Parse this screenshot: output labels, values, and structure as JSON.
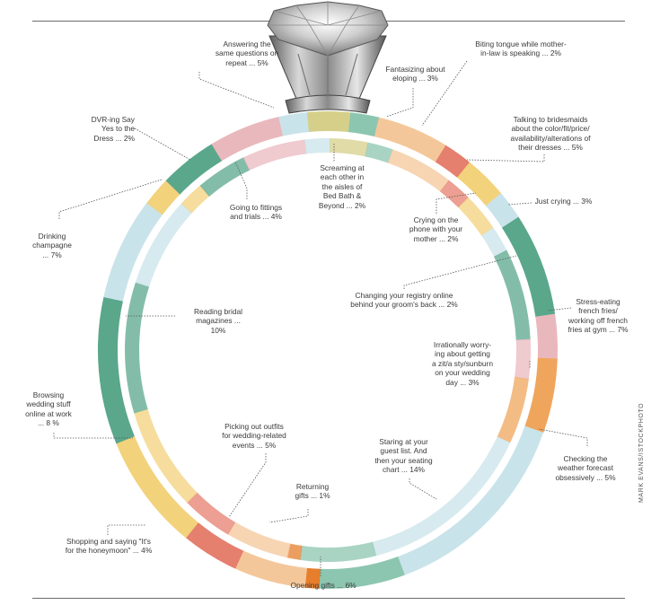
{
  "credit": "MARK EVANS/ISTOCKPHOTO",
  "colors": {
    "pink": "#e9b8bd",
    "rose": "#d78f9b",
    "green": "#5aa78c",
    "teal": "#8cc6b0",
    "lightblue": "#c9e3ea",
    "orange": "#f0a55c",
    "darkorange": "#e67e2c",
    "peach": "#f4c79a",
    "salmon": "#e57f6e",
    "yellow": "#f3d27c",
    "olive": "#d5cf8a"
  },
  "labels": [
    {
      "id": "answering",
      "lines": [
        "Answering the",
        "same questions on",
        "repeat ... 5%"
      ]
    },
    {
      "id": "biting",
      "lines": [
        "Biting tongue while mother-",
        "in-law is speaking ... 2%"
      ]
    },
    {
      "id": "fantasizing",
      "lines": [
        "Fantasizing about",
        "eloping ... 3%"
      ]
    },
    {
      "id": "dvr",
      "lines": [
        "DVR-ing Say",
        "Yes to the",
        "Dress ... 2%"
      ]
    },
    {
      "id": "talking",
      "lines": [
        "Talking to bridesmaids",
        "about the color/fit/price/",
        "availability/alterations of",
        "their dresses ... 5%"
      ]
    },
    {
      "id": "screaming",
      "lines": [
        "Screaming at",
        "each other in",
        "the aisles of",
        "Bed Bath &",
        "Beyond ... 2%"
      ]
    },
    {
      "id": "fittings",
      "lines": [
        "Going to fittings",
        "and trials ... 4%"
      ]
    },
    {
      "id": "crying_phone",
      "lines": [
        "Crying on the",
        "phone with your",
        "mother ... 2%"
      ]
    },
    {
      "id": "just_crying",
      "lines": [
        "Just crying ... 3%"
      ]
    },
    {
      "id": "champagne",
      "lines": [
        "Drinking",
        "champagne",
        "... 7%"
      ]
    },
    {
      "id": "registry",
      "lines": [
        "Changing your registry online",
        "behind your groom's back ... 2%"
      ]
    },
    {
      "id": "stress_eating",
      "lines": [
        "Stress-eating",
        "french fries/",
        "working off french",
        "fries at gym ... 7%"
      ]
    },
    {
      "id": "magazines",
      "lines": [
        "Reading bridal",
        "magazines ...",
        "10%"
      ]
    },
    {
      "id": "zit",
      "lines": [
        "Irrationally worry-",
        "ing about getting",
        "a zit/a sty/sunburn",
        "on your wedding",
        "day ... 3%"
      ]
    },
    {
      "id": "browsing",
      "lines": [
        "Browsing",
        "wedding stuff",
        "online at work",
        "... 8 %"
      ]
    },
    {
      "id": "outfits",
      "lines": [
        "Picking out outfits",
        "for wedding-related",
        "events ... 5%"
      ]
    },
    {
      "id": "guest_list",
      "lines": [
        "Staring at your",
        "guest list. And",
        "then your seating",
        "chart ... 14%"
      ]
    },
    {
      "id": "weather",
      "lines": [
        "Checking the",
        "weather forecast",
        "obsessively ... 5%"
      ]
    },
    {
      "id": "returning",
      "lines": [
        "Returning",
        "gifts ... 1%"
      ]
    },
    {
      "id": "shopping",
      "lines": [
        "Shopping and saying \"It's",
        "for the honeymoon\" ... 4%"
      ]
    },
    {
      "id": "opening",
      "lines": [
        "Opening gifts ... 6%"
      ]
    }
  ],
  "ring": {
    "outer_bands": [
      {
        "color": "lightblue",
        "pct": 14
      },
      {
        "color": "teal",
        "pct": 6
      },
      {
        "color": "darkorange",
        "pct": 1
      },
      {
        "color": "peach",
        "pct": 5
      },
      {
        "color": "salmon",
        "pct": 4
      },
      {
        "color": "yellow",
        "pct": 8
      },
      {
        "color": "green",
        "pct": 10
      },
      {
        "color": "lightblue",
        "pct": 7
      },
      {
        "color": "yellow",
        "pct": 2
      },
      {
        "color": "green",
        "pct": 4
      },
      {
        "color": "pink",
        "pct": 5
      },
      {
        "color": "lightblue",
        "pct": 2
      },
      {
        "color": "olive",
        "pct": 3
      },
      {
        "color": "teal",
        "pct": 2
      },
      {
        "color": "peach",
        "pct": 5
      },
      {
        "color": "salmon",
        "pct": 2
      },
      {
        "color": "yellow",
        "pct": 3
      },
      {
        "color": "lightblue",
        "pct": 2
      },
      {
        "color": "green",
        "pct": 7
      },
      {
        "color": "pink",
        "pct": 3
      },
      {
        "color": "orange",
        "pct": 5
      }
    ]
  }
}
